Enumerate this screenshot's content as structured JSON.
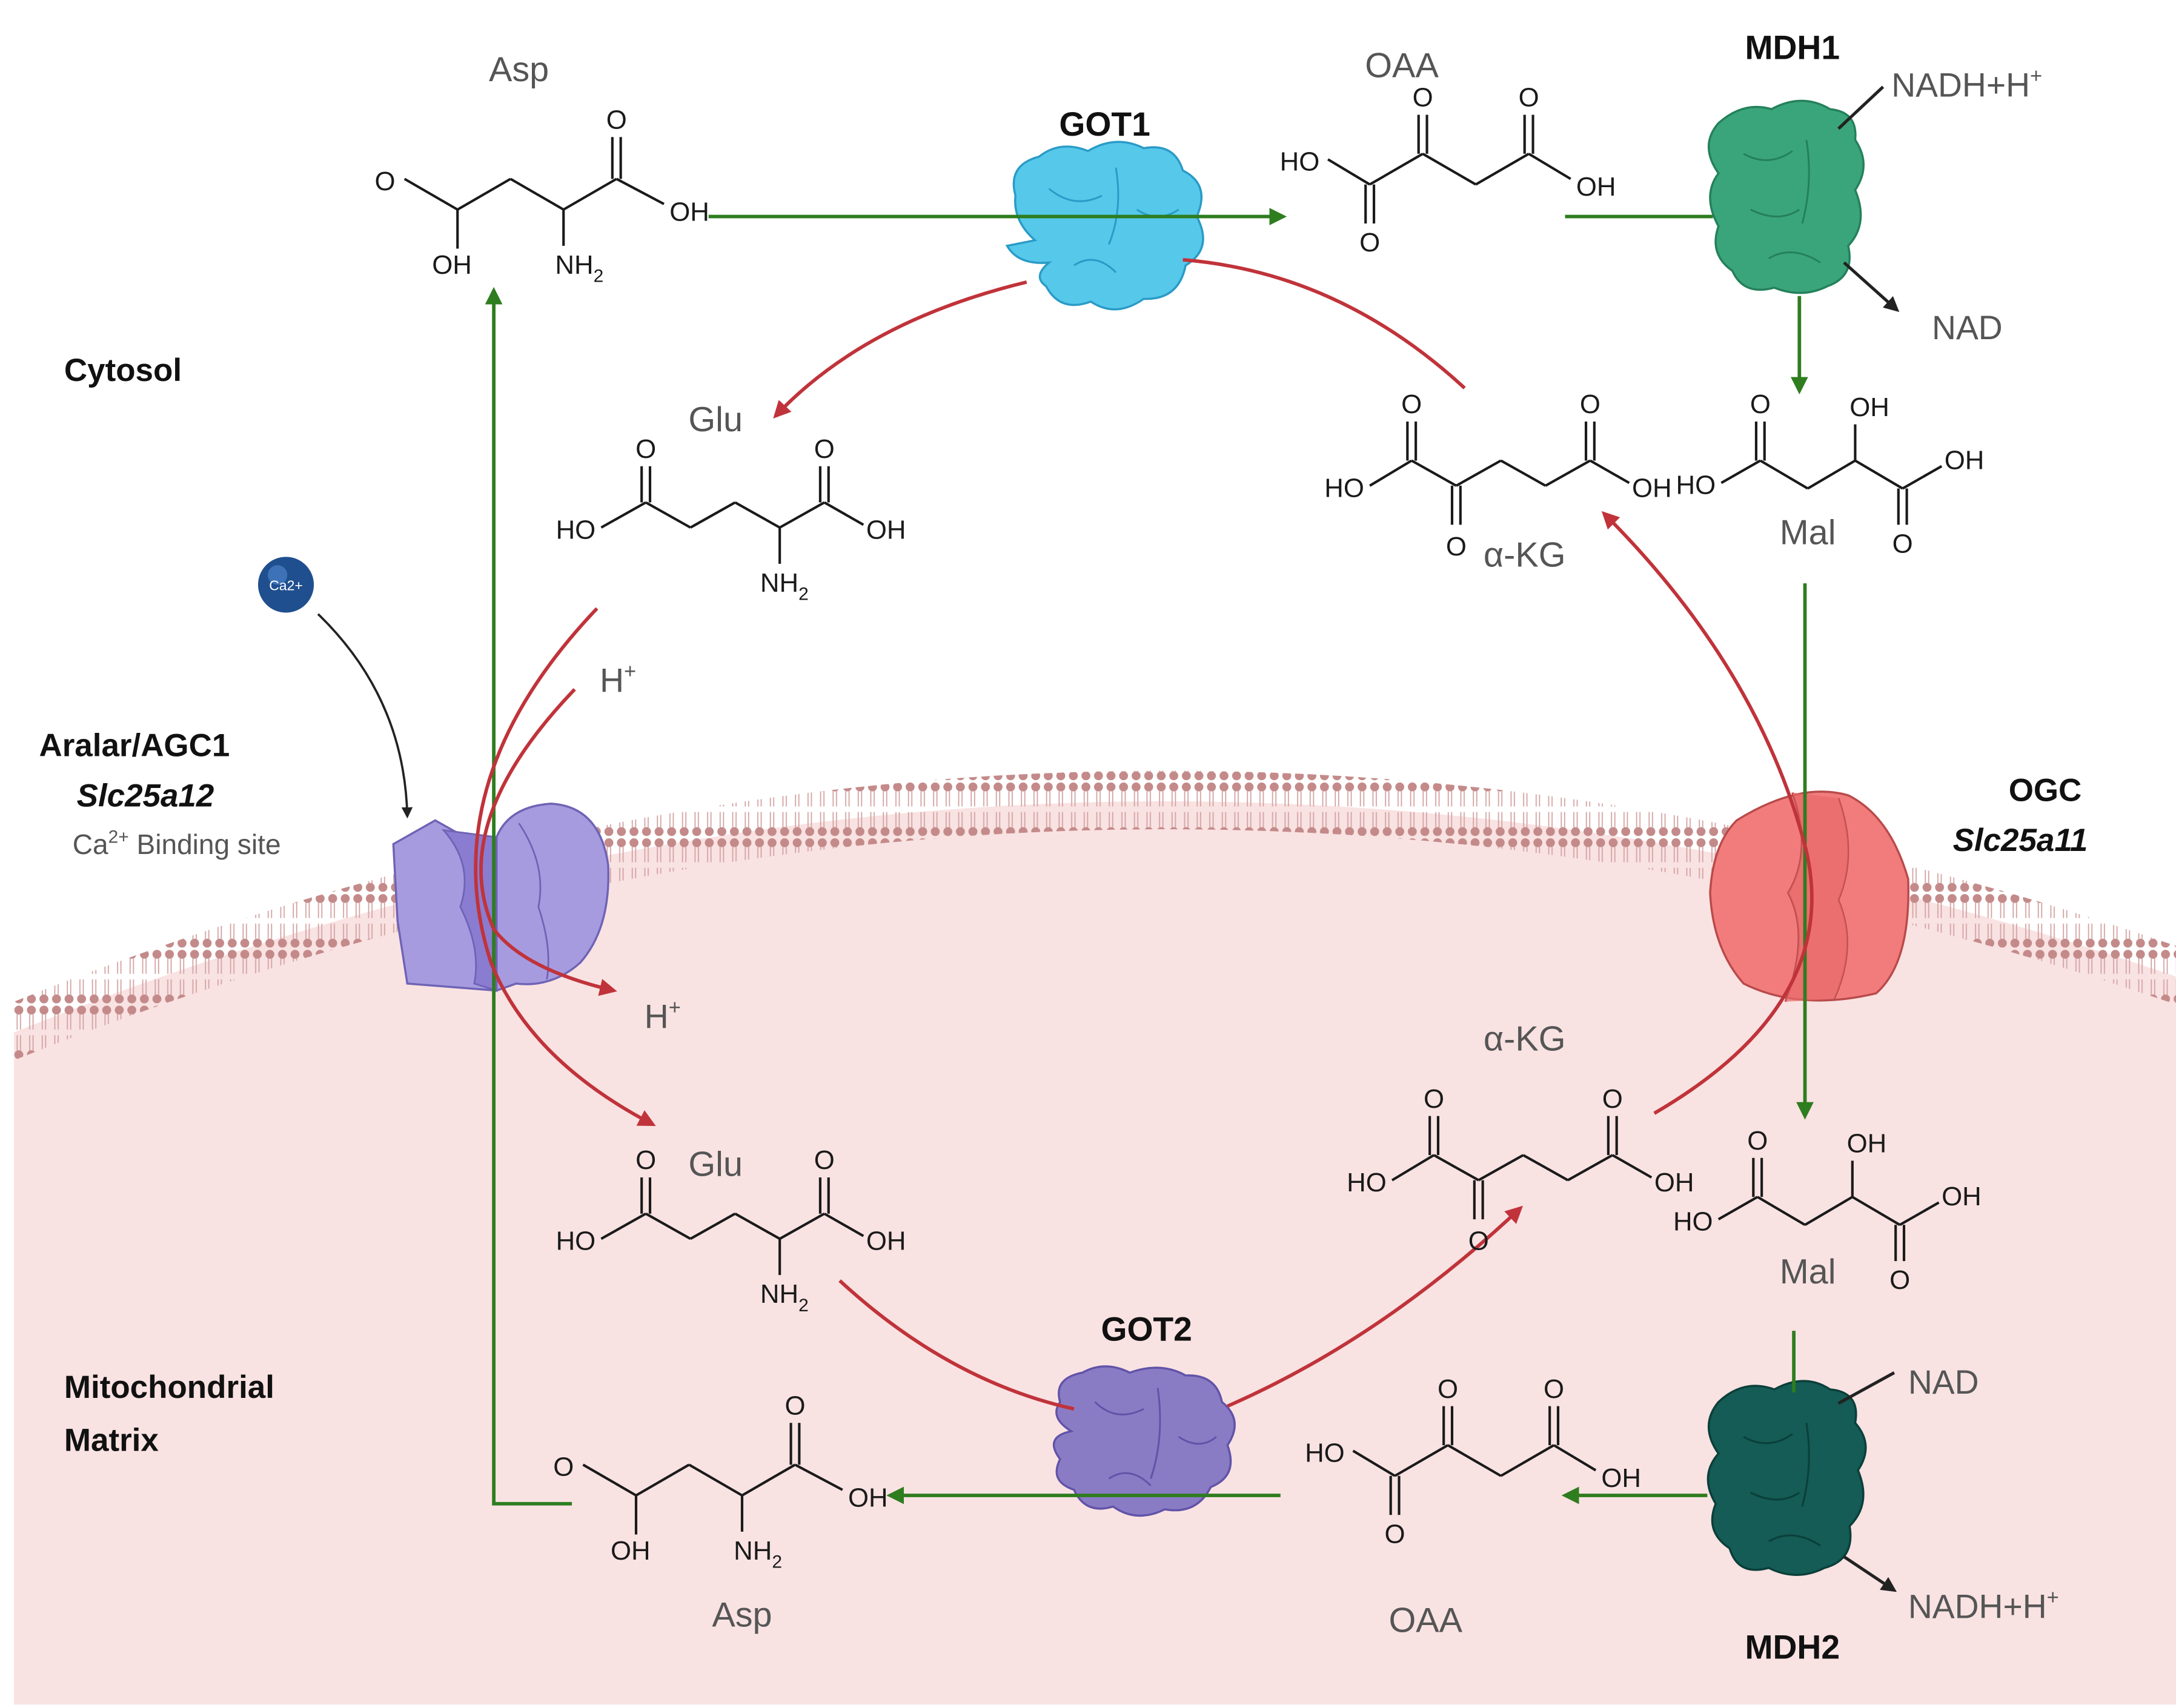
{
  "regions": {
    "cytosol": "Cytosol",
    "matrix_line1": "Mitochondrial",
    "matrix_line2": "Matrix"
  },
  "transporters": {
    "aralar": {
      "name": "Aralar/AGC1",
      "gene": "Slc25a12",
      "binding_prefix": "Ca",
      "binding_sup": "2+",
      "binding_suffix": " Binding site"
    },
    "ogc": {
      "name": "OGC",
      "gene": "Slc25a11"
    },
    "calcium_ion": "Ca2+"
  },
  "enzymes": {
    "got1": "GOT1",
    "got2": "GOT2",
    "mdh1": "MDH1",
    "mdh2": "MDH2"
  },
  "cofactors": {
    "mdh1_in": "NADH+H",
    "mdh1_in_sup": "+",
    "mdh1_out": "NAD",
    "mdh2_in": "NAD",
    "mdh2_out": "NADH+H",
    "mdh2_out_sup": "+"
  },
  "protons": {
    "cytosol": "H",
    "matrix": "H",
    "sup": "+"
  },
  "metabolites": {
    "asp_cyto": "Asp",
    "oaa_cyto": "OAA",
    "glu_cyto": "Glu",
    "akg_cyto": "α-KG",
    "mal_cyto": "Mal",
    "glu_mito": "Glu",
    "akg_mito": "α-KG",
    "mal_mito": "Mal",
    "asp_mito": "Asp",
    "oaa_mito": "OAA"
  },
  "atoms": {
    "oh": "OH",
    "ho": "HO",
    "o": "O",
    "nh2": "NH",
    "sub2": "2"
  },
  "colors": {
    "green_arrow": "#2e7d1f",
    "red_arrow": "#c0333a",
    "got1": "#56c8ea",
    "got2": "#8a7cc4",
    "mdh1": "#3aa57a",
    "mdh2": "#145c55",
    "aralar": "#a79be0",
    "ogc": "#f27c7c",
    "matrix_fill": "#f9e2e2",
    "membrane": "#c48a8a",
    "calcium": "#1f4f8f"
  }
}
